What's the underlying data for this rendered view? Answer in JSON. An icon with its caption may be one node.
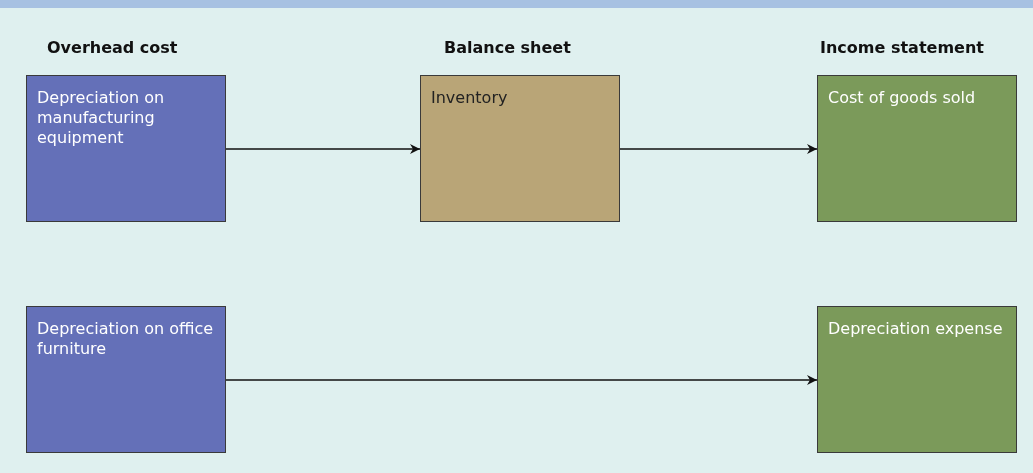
{
  "diagram": {
    "nodes": [
      {
        "text": [
          "Depreciation on manufacturing equipment"
        ]
      },
      {
        "text": [
          "Inventory"
        ]
      },
      {
        "text": [
          "Cost of goods sold"
        ]
      },
      {
        "text": [
          "Depreciation on office furniture"
        ]
      },
      {
        "text": [
          "Depreciation expense"
        ]
      }
    ],
    "edges": [
      {
        "from": 0,
        "to": 1,
        "arrow": "to"
      },
      {
        "from": 1,
        "to": 2,
        "arrow": "to"
      },
      {
        "from": 3,
        "to": 4,
        "arrow": "to"
      }
    ],
    "labels": [
      "Overhead cost",
      "Balance sheet",
      "Income statement"
    ]
  }
}
